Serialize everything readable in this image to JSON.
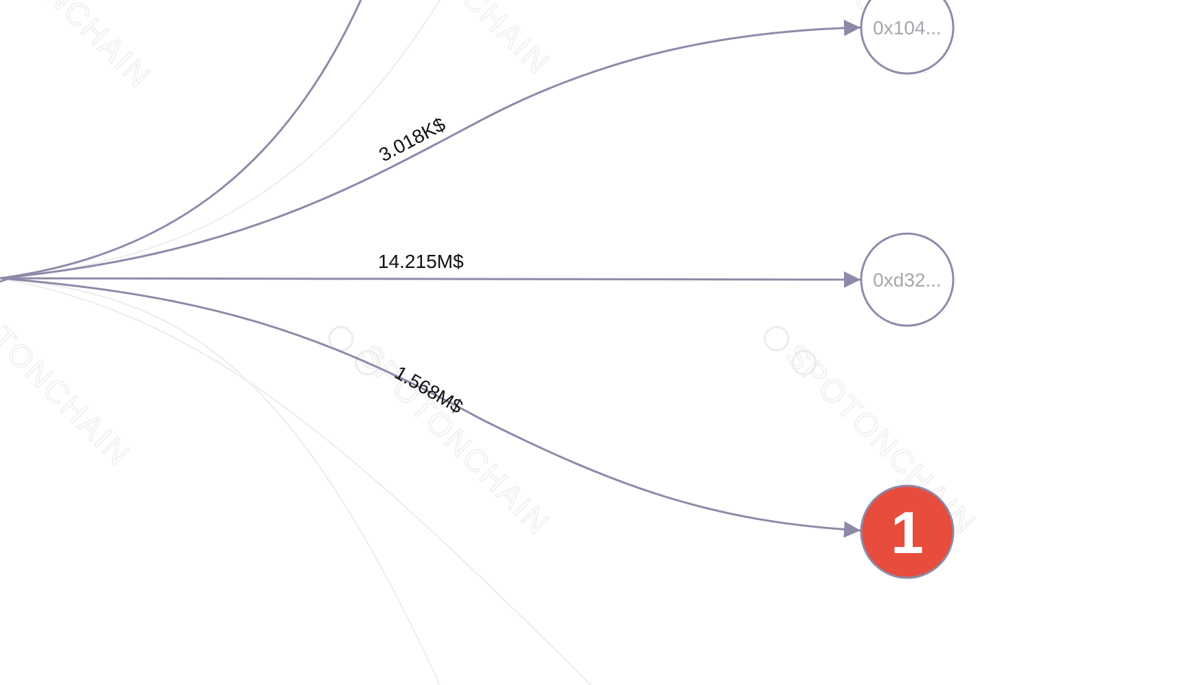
{
  "watermark": {
    "text": "SPOTONCHAIN",
    "color": "#ececec"
  },
  "colors": {
    "edge": "#8d8aa8",
    "faint_edge": "#ececec",
    "node_stroke": "#8d8aa8",
    "badge_fill": "#e74c3c"
  },
  "nodes": [
    {
      "id": "n1",
      "label": "0x104..."
    },
    {
      "id": "n2",
      "label": "0xd32..."
    },
    {
      "id": "n3",
      "badge": "1"
    }
  ],
  "edges": [
    {
      "to": "n1",
      "label": "3.018K$"
    },
    {
      "to": "n2",
      "label": "14.215M$"
    },
    {
      "to": "n3",
      "label": "1.568M$"
    }
  ]
}
